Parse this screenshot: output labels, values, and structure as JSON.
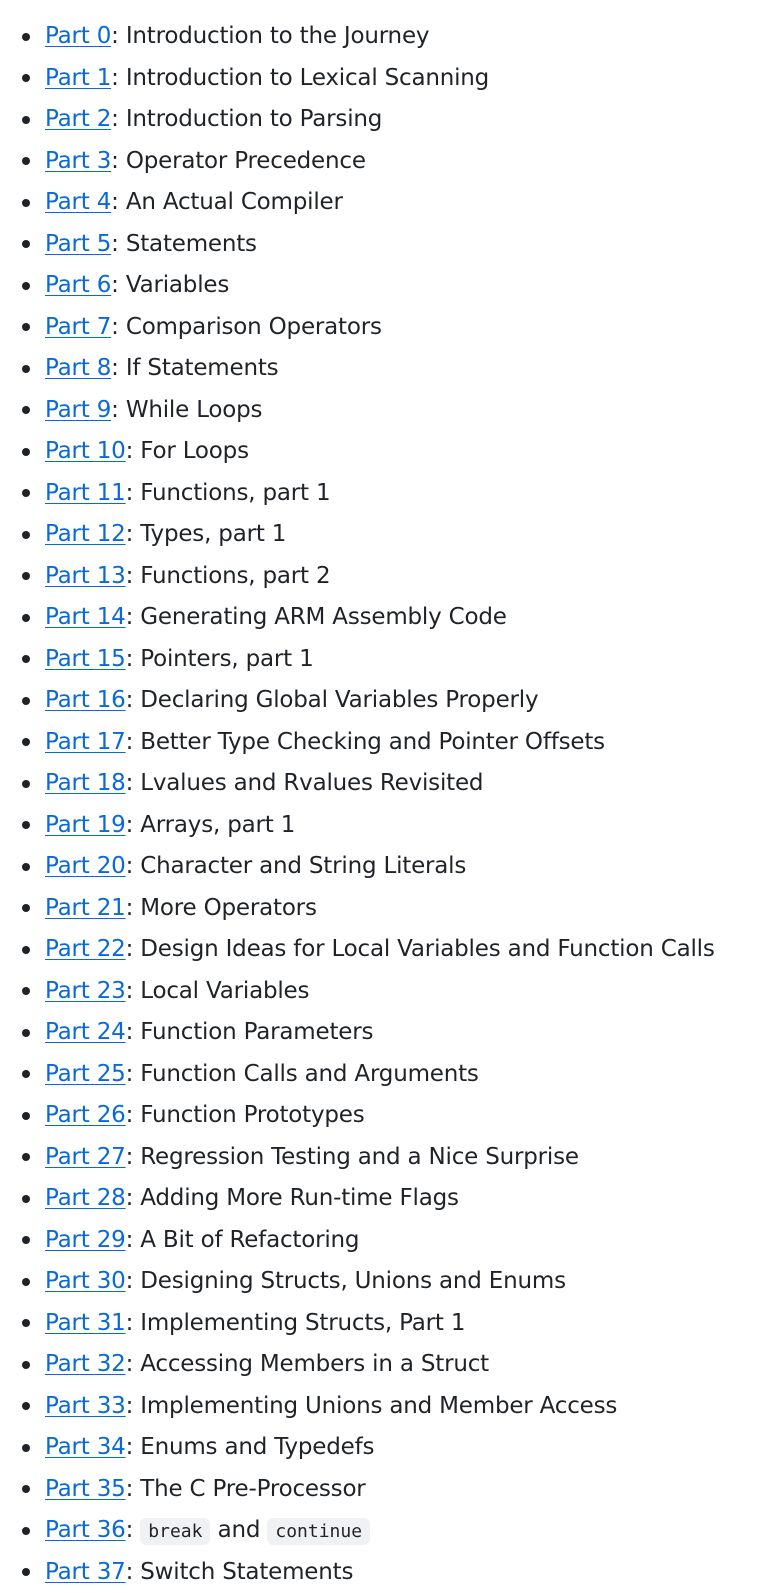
{
  "parts": [
    {
      "link": "Part 0",
      "sep": ": ",
      "title": "Introduction to the Journey"
    },
    {
      "link": "Part 1",
      "sep": ": ",
      "title": "Introduction to Lexical Scanning"
    },
    {
      "link": "Part 2",
      "sep": ": ",
      "title": "Introduction to Parsing"
    },
    {
      "link": "Part 3",
      "sep": ": ",
      "title": "Operator Precedence"
    },
    {
      "link": "Part 4",
      "sep": ": ",
      "title": "An Actual Compiler"
    },
    {
      "link": "Part 5",
      "sep": ": ",
      "title": "Statements"
    },
    {
      "link": "Part 6",
      "sep": ": ",
      "title": "Variables"
    },
    {
      "link": "Part 7",
      "sep": ": ",
      "title": "Comparison Operators"
    },
    {
      "link": "Part 8",
      "sep": ": ",
      "title": "If Statements"
    },
    {
      "link": "Part 9",
      "sep": ": ",
      "title": "While Loops"
    },
    {
      "link": "Part 10",
      "sep": ": ",
      "title": "For Loops"
    },
    {
      "link": "Part 11",
      "sep": ": ",
      "title": "Functions, part 1"
    },
    {
      "link": "Part 12",
      "sep": ": ",
      "title": "Types, part 1"
    },
    {
      "link": "Part 13",
      "sep": ": ",
      "title": "Functions, part 2"
    },
    {
      "link": "Part 14",
      "sep": ": ",
      "title": "Generating ARM Assembly Code"
    },
    {
      "link": "Part 15",
      "sep": ": ",
      "title": "Pointers, part 1"
    },
    {
      "link": "Part 16",
      "sep": ": ",
      "title": "Declaring Global Variables Properly"
    },
    {
      "link": "Part 17",
      "sep": ": ",
      "title": "Better Type Checking and Pointer Offsets"
    },
    {
      "link": "Part 18",
      "sep": ": ",
      "title": "Lvalues and Rvalues Revisited"
    },
    {
      "link": "Part 19",
      "sep": ": ",
      "title": "Arrays, part 1"
    },
    {
      "link": "Part 20",
      "sep": ": ",
      "title": "Character and String Literals"
    },
    {
      "link": "Part 21",
      "sep": ": ",
      "title": "More Operators"
    },
    {
      "link": "Part 22",
      "sep": ": ",
      "title": "Design Ideas for Local Variables and Function Calls"
    },
    {
      "link": "Part 23",
      "sep": ": ",
      "title": "Local Variables"
    },
    {
      "link": "Part 24",
      "sep": ": ",
      "title": "Function Parameters"
    },
    {
      "link": "Part 25",
      "sep": ": ",
      "title": "Function Calls and Arguments"
    },
    {
      "link": "Part 26",
      "sep": ": ",
      "title": "Function Prototypes"
    },
    {
      "link": "Part 27",
      "sep": ": ",
      "title": "Regression Testing and a Nice Surprise"
    },
    {
      "link": "Part 28",
      "sep": ": ",
      "title": "Adding More Run-time Flags"
    },
    {
      "link": "Part 29",
      "sep": ": ",
      "title": "A Bit of Refactoring"
    },
    {
      "link": "Part 30",
      "sep": ": ",
      "title": "Designing Structs, Unions and Enums"
    },
    {
      "link": "Part 31",
      "sep": ": ",
      "title": "Implementing Structs, Part 1"
    },
    {
      "link": "Part 32",
      "sep": ": ",
      "title": "Accessing Members in a Struct"
    },
    {
      "link": "Part 33",
      "sep": ": ",
      "title": "Implementing Unions and Member Access"
    },
    {
      "link": "Part 34",
      "sep": ": ",
      "title": "Enums and Typedefs"
    },
    {
      "link": "Part 35",
      "sep": ": ",
      "title": "The C Pre-Processor"
    },
    {
      "link": "Part 36",
      "sep": ": ",
      "code1": "break",
      "mid": " and ",
      "code2": "continue"
    },
    {
      "link": "Part 37",
      "sep": ": ",
      "title": "Switch Statements"
    }
  ]
}
